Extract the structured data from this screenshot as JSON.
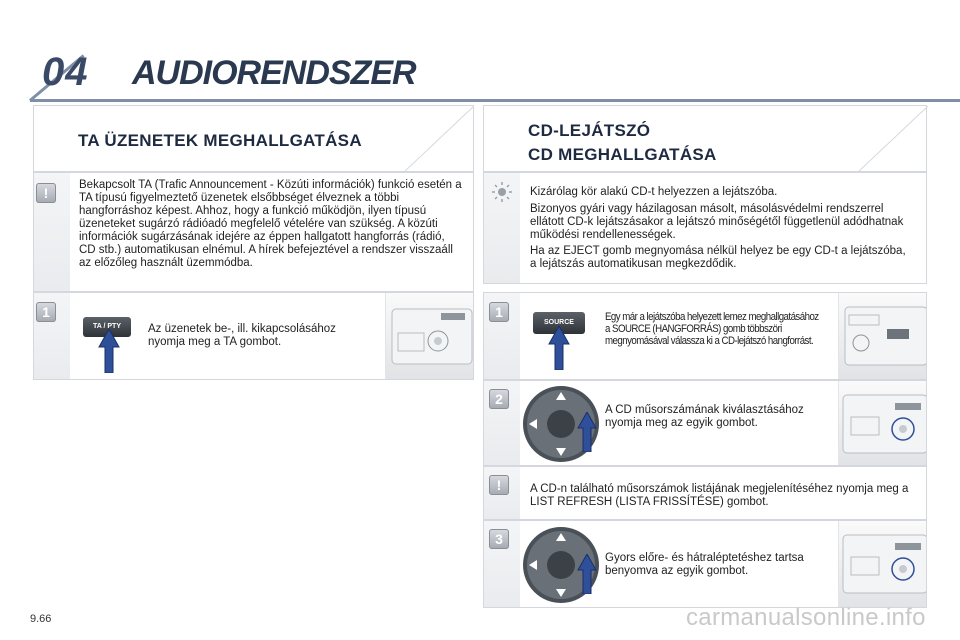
{
  "header": {
    "chapter_number": "04",
    "chapter_title": "AUDIORENDSZER"
  },
  "left": {
    "title": "TA ÜZENETEK MEGHALLGATÁSA",
    "warning_text": "Bekapcsolt TA (Trafic Announcement - Közúti információk) funkció esetén a TA típusú figyelmeztető üzenetek elsőbbséget élveznek a többi hangforráshoz képest. Ahhoz, hogy a funkció működjön, ilyen típusú üzeneteket sugárzó rádióadó megfelelő vételére van szükség. A közúti információk sugárzásának idejére az éppen hallgatott hangforrás (rádió, CD stb.) automatikusan elnémul. A hírek befejeztével a rendszer visszaáll az előzőleg használt üzemmódba.",
    "step1": {
      "number": "1",
      "button_label": "TA / PTY",
      "text": "Az üzenetek be-, ill. kikapcsolásához nyomja meg a TA gombot."
    }
  },
  "right": {
    "title_line1": "CD-LEJÁTSZÓ",
    "title_line2": "CD MEGHALLGATÁSA",
    "tip_p1": "Kizárólag kör alakú CD-t helyezzen a lejátszóba.",
    "tip_p2": "Bizonyos gyári vagy házilagosan másolt, másolásvédelmi rendszerrel ellátott CD-k lejátszásakor a lejátszó minőségétől függetlenül adódhatnak működési rendellenességek.",
    "tip_p3": "Ha az EJECT gomb megnyomása nélkül helyez be egy CD-t a lejátszóba, a lejátszás automatikusan megkezdődik.",
    "step1": {
      "number": "1",
      "button_label": "SOURCE",
      "text": "Egy már a lejátszóba helyezett lemez meghallgatásához a SOURCE (HANGFORRÁS) gomb többszöri megnyomásával válassza ki a CD-lejátszó hangforrást."
    },
    "step2": {
      "number": "2",
      "text": "A CD műsorszámának kiválasztásához nyomja meg az egyik gombot."
    },
    "warning_text": "A CD-n található műsorszámok listájának megjelenítéséhez nyomja meg a LIST REFRESH (LISTA FRISSÍTÉSE) gombot.",
    "step3": {
      "number": "3",
      "text": "Gyors előre- és hátraléptetéshez tartsa benyomva az egyik gombot."
    }
  },
  "footer": {
    "page_number": "9.66",
    "watermark": "carmanualsonline.info"
  },
  "icons": {
    "warning": "exclamation-icon",
    "tip": "lightbulb-icon",
    "arrow": "blue-arrow-icon",
    "dpad": "navigation-dpad-icon",
    "radio": "car-radio-icon"
  },
  "colors": {
    "title": "#1e2a40",
    "accent_blue": "#2f4f9a",
    "badge": "#a4a9b1",
    "border": "#d4d8de"
  }
}
